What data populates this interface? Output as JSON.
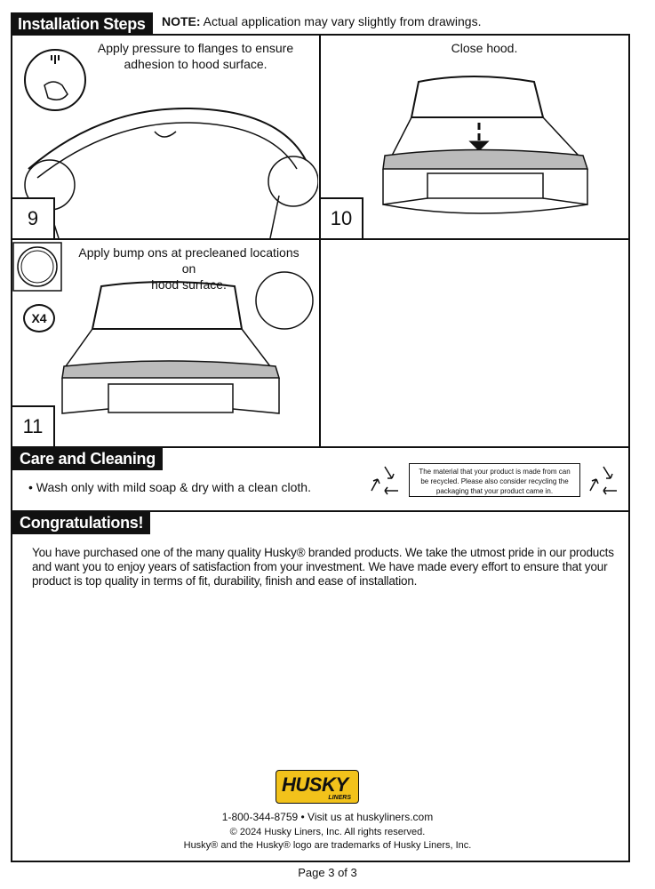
{
  "header": {
    "title": "Installation Steps",
    "note_label": "NOTE:",
    "note_text": " Actual application may vary slightly from drawings."
  },
  "steps": [
    {
      "number": "9",
      "caption_line1": "Apply pressure to flanges to ensure",
      "caption_line2": "adhesion to hood surface."
    },
    {
      "number": "10",
      "caption_line1": "Close hood."
    },
    {
      "number": "11",
      "caption_line1": "Apply bump ons at precleaned locations on",
      "caption_line2": "hood surface.",
      "quantity": "X4"
    }
  ],
  "care": {
    "title": "Care and Cleaning",
    "bullet": "• Wash only with mild soap & dry with a clean cloth.",
    "recycle_line1": "The material that your product is made from can",
    "recycle_line2": "be recycled. Please also consider recycling the",
    "recycle_line3": "packaging that your product came in."
  },
  "congrats": {
    "title": "Congratulations!",
    "line1": "You have purchased one of the many quality Husky® branded products.  We take the utmost pride in our products",
    "line2": "and want you to enjoy years of satisfaction from your investment.  We have made every effort to ensure that your",
    "line3": "product is top quality in terms of fit, durability, finish and ease of installation."
  },
  "brand": {
    "logo_main": "HUSKY",
    "logo_sub": "LINERS",
    "contact": "1-800-344-8759  •  Visit us at huskyliners.com",
    "copyright": "© 2024 Husky Liners, Inc.  All rights reserved.",
    "trademark": "Husky® and the Husky® logo are trademarks of Husky Liners, Inc."
  },
  "footer": {
    "page": "Page 3 of 3"
  },
  "colors": {
    "logo_yellow": "#f2c21b",
    "ink": "#111111"
  }
}
